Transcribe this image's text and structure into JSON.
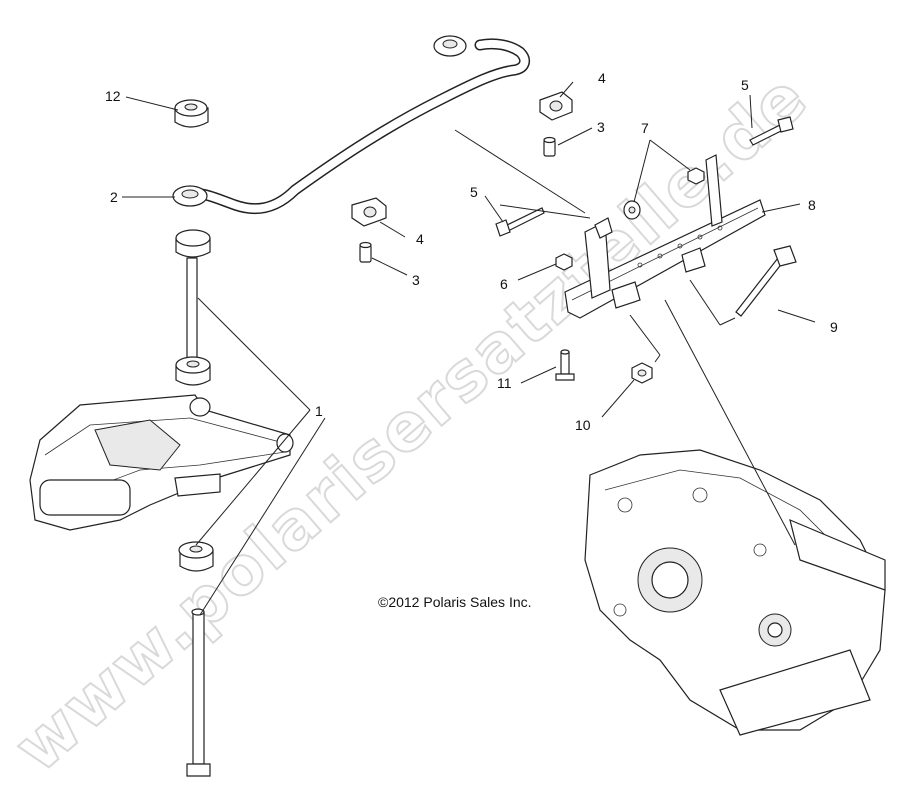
{
  "watermark": "www.polarisersatzteile.de",
  "copyright": "©2012 Polaris Sales Inc.",
  "callouts": {
    "c1": "1",
    "c2": "2",
    "c3a": "3",
    "c3b": "3",
    "c4a": "4",
    "c4b": "4",
    "c5a": "5",
    "c5b": "5",
    "c6": "6",
    "c7": "7",
    "c8": "8",
    "c9": "9",
    "c10": "10",
    "c11": "11",
    "c12": "12"
  }
}
